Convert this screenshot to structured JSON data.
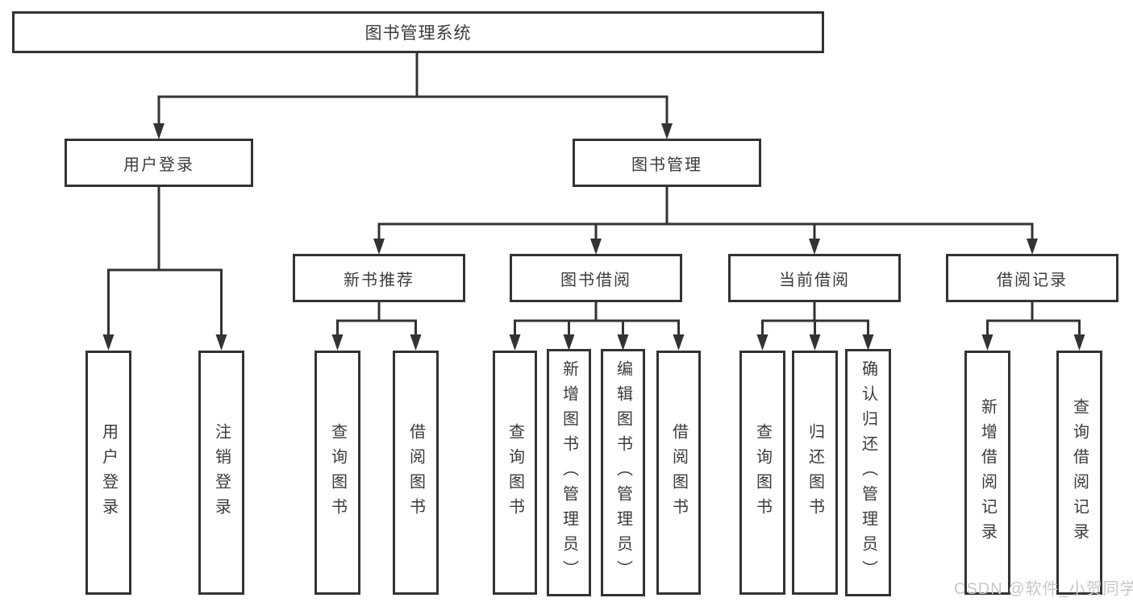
{
  "diagram": {
    "root": {
      "label": "图书管理系统"
    },
    "level2": [
      {
        "label": "用户登录"
      },
      {
        "label": "图书管理"
      }
    ],
    "level3": [
      {
        "label": "新书推荐"
      },
      {
        "label": "图书借阅"
      },
      {
        "label": "当前借阅"
      },
      {
        "label": "借阅记录"
      }
    ],
    "leaves": {
      "user_login": [
        "用户登录",
        "注销登录"
      ],
      "new_book": [
        "查询图书",
        "借阅图书"
      ],
      "borrow": [
        "查询图书",
        "新增图书（管理员）",
        "编辑图书（管理员）",
        "借阅图书"
      ],
      "current": [
        "查询图书",
        "归还图书",
        "确认归还（管理员）"
      ],
      "records": [
        "新增借阅记录",
        "查询借阅记录"
      ]
    }
  },
  "watermark": {
    "text": "CSDN @软件_小贺同学"
  },
  "colors": {
    "border": "#333333",
    "text": "#3b3b3b",
    "background": "#ffffff",
    "watermark": "#cbc6c6"
  }
}
